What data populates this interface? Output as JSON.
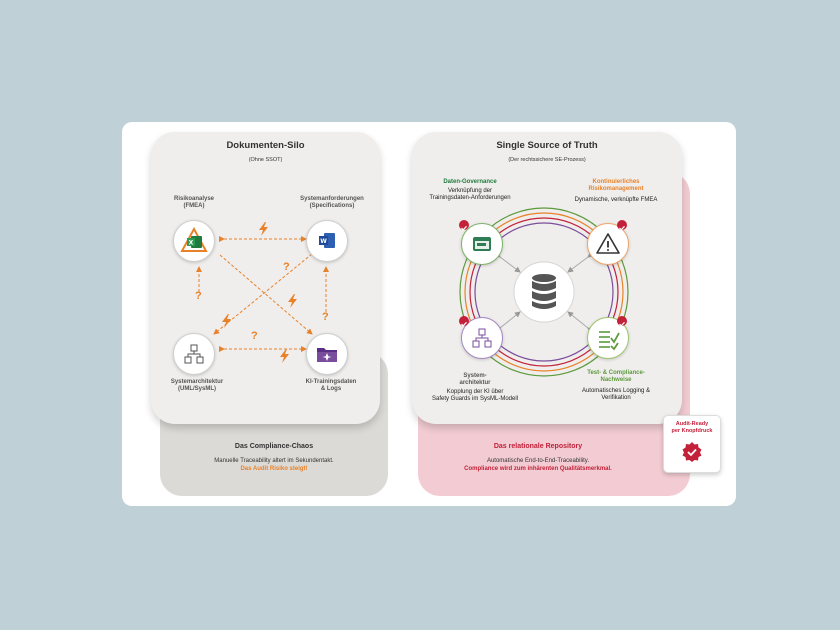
{
  "silo": {
    "title": "Dokumenten-Silo",
    "subtitle": "(Ohne SSOT)",
    "nodes": {
      "risk": "Risikoanalyse\n(FMEA)",
      "requirements": "Systemanforderungen\n(Specifications)",
      "architecture": "Systemarchitektur\n(UML/SysML)",
      "training": "KI-Trainingsdaten\n& Logs"
    },
    "question_mark": "?",
    "footer": {
      "title": "Das Compliance-Chaos",
      "line1": "Manuelle Traceability altert im Sekundentakt.",
      "line2": "Das Audit Risiko steigt!"
    }
  },
  "ssot": {
    "title": "Single Source of Truth",
    "subtitle": "(Der rechtssichere SE-Prozess)",
    "governance": {
      "title": "Daten-Governance",
      "desc": "Verknüpfung der\nTrainingsdaten-Anforderungen"
    },
    "risk": {
      "title": "Kontinuierliches\nRisikomanagement",
      "desc": "Dynamische, verknüpfte FMEA"
    },
    "architecture": {
      "title": "System-\narchitektur",
      "desc": "Kopplung der KI über\nSafety Guards im SysML-Modell"
    },
    "test": {
      "title": "Test- & Compliance-\nNachweise",
      "desc": "Automatisches Logging &\nVerifikation"
    },
    "footer": {
      "title": "Das relationale Repository",
      "line1": "Automatische End-to-End-Traceability.",
      "line2": "Compliance wird zum inhärenten Qualitätsmerkmal."
    },
    "audit_badge": "Audit-Ready\nper Knopfdruck"
  },
  "colors": {
    "orange": "#e8822a",
    "crimson": "#c3213a",
    "green": "#5c9a3c",
    "purple": "#7a4d9c",
    "dark_green": "#1f7a3d"
  },
  "icons": {
    "risk": "excel-warning-icon",
    "requirements": "word-icon",
    "architecture": "hierarchy-icon",
    "training": "folder-sparkle-icon",
    "database": "database-icon",
    "governance": "data-window-icon",
    "warning": "warning-triangle-icon",
    "test": "checklist-icon",
    "audit": "checkmark-seal-icon"
  }
}
